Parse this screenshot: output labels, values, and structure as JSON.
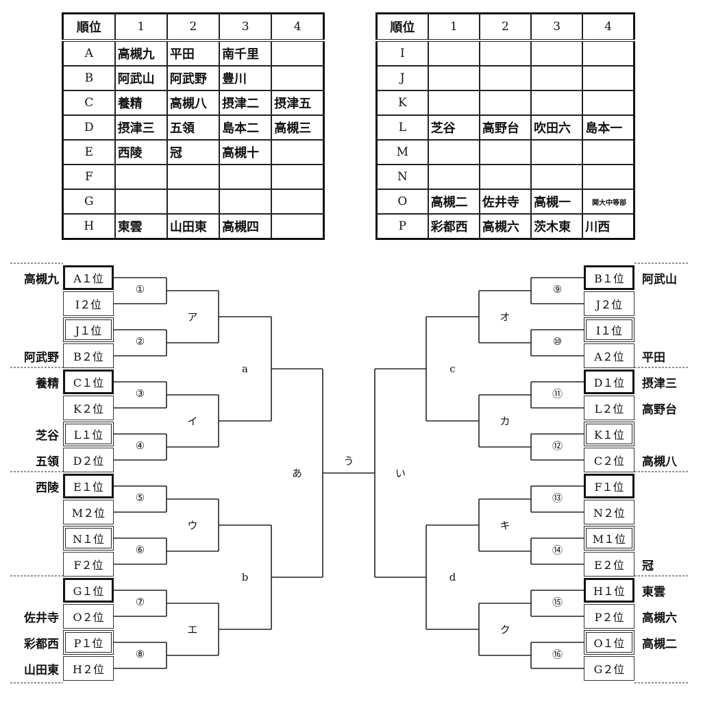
{
  "left_table": {
    "header": [
      "順位",
      "1",
      "2",
      "3",
      "4"
    ],
    "rows": [
      {
        "group": "A",
        "teams": [
          "高槻九",
          "平田",
          "南千里",
          ""
        ]
      },
      {
        "group": "B",
        "teams": [
          "阿武山",
          "阿武野",
          "豊川",
          ""
        ]
      },
      {
        "group": "C",
        "teams": [
          "養精",
          "高槻八",
          "摂津二",
          "摂津五"
        ]
      },
      {
        "group": "D",
        "teams": [
          "摂津三",
          "五領",
          "島本二",
          "高槻三"
        ]
      },
      {
        "group": "E",
        "teams": [
          "西陵",
          "冠",
          "高槻十",
          ""
        ]
      },
      {
        "group": "F",
        "teams": [
          "",
          "",
          "",
          ""
        ]
      },
      {
        "group": "G",
        "teams": [
          "",
          "",
          "",
          ""
        ]
      },
      {
        "group": "H",
        "teams": [
          "東雲",
          "山田東",
          "高槻四",
          ""
        ]
      }
    ]
  },
  "right_table": {
    "header": [
      "順位",
      "1",
      "2",
      "3",
      "4"
    ],
    "rows": [
      {
        "group": "I",
        "teams": [
          "",
          "",
          "",
          ""
        ]
      },
      {
        "group": "J",
        "teams": [
          "",
          "",
          "",
          ""
        ]
      },
      {
        "group": "K",
        "teams": [
          "",
          "",
          "",
          ""
        ]
      },
      {
        "group": "L",
        "teams": [
          "芝谷",
          "高野台",
          "吹田六",
          "島本一"
        ]
      },
      {
        "group": "M",
        "teams": [
          "",
          "",
          "",
          ""
        ]
      },
      {
        "group": "N",
        "teams": [
          "",
          "",
          "",
          ""
        ]
      },
      {
        "group": "O",
        "teams": [
          "高槻二",
          "佐井寺",
          "高槻一",
          "関大中等部"
        ]
      },
      {
        "group": "P",
        "teams": [
          "彩都西",
          "高槻六",
          "茨木東",
          "川西"
        ]
      }
    ]
  },
  "bracket": {
    "left_slots": [
      {
        "label": "A１位",
        "style": "bold",
        "team": "高槻九"
      },
      {
        "label": "I２位",
        "style": "plain",
        "team": ""
      },
      {
        "label": "J１位",
        "style": "dbl",
        "team": ""
      },
      {
        "label": "B２位",
        "style": "plain",
        "team": "阿武野"
      },
      {
        "label": "C１位",
        "style": "bold",
        "team": "養精"
      },
      {
        "label": "K２位",
        "style": "plain",
        "team": ""
      },
      {
        "label": "L１位",
        "style": "dbl",
        "team": "芝谷"
      },
      {
        "label": "D２位",
        "style": "plain",
        "team": "五領"
      },
      {
        "label": "E１位",
        "style": "bold",
        "team": "西陵"
      },
      {
        "label": "M２位",
        "style": "plain",
        "team": ""
      },
      {
        "label": "N１位",
        "style": "dbl",
        "team": ""
      },
      {
        "label": "F２位",
        "style": "plain",
        "team": ""
      },
      {
        "label": "G１位",
        "style": "bold",
        "team": ""
      },
      {
        "label": "O２位",
        "style": "plain",
        "team": "佐井寺"
      },
      {
        "label": "P１位",
        "style": "dbl",
        "team": "彩都西"
      },
      {
        "label": "H２位",
        "style": "plain",
        "team": "山田東"
      }
    ],
    "right_slots": [
      {
        "label": "B１位",
        "style": "bold",
        "team": "阿武山"
      },
      {
        "label": "J２位",
        "style": "plain",
        "team": ""
      },
      {
        "label": "I１位",
        "style": "dbl",
        "team": ""
      },
      {
        "label": "A２位",
        "style": "plain",
        "team": "平田"
      },
      {
        "label": "D１位",
        "style": "bold",
        "team": "摂津三"
      },
      {
        "label": "L２位",
        "style": "plain",
        "team": "高野台"
      },
      {
        "label": "K１位",
        "style": "dbl",
        "team": ""
      },
      {
        "label": "C２位",
        "style": "plain",
        "team": "高槻八"
      },
      {
        "label": "F１位",
        "style": "bold",
        "team": ""
      },
      {
        "label": "N２位",
        "style": "plain",
        "team": ""
      },
      {
        "label": "M１位",
        "style": "dbl",
        "team": ""
      },
      {
        "label": "E２位",
        "style": "plain",
        "team": "冠"
      },
      {
        "label": "H１位",
        "style": "bold",
        "team": "東雲"
      },
      {
        "label": "P２位",
        "style": "plain",
        "team": "高槻六"
      },
      {
        "label": "O１位",
        "style": "dbl",
        "team": "高槻二"
      },
      {
        "label": "G２位",
        "style": "plain",
        "team": ""
      }
    ],
    "left_r1": [
      "①",
      "②",
      "③",
      "④",
      "⑤",
      "⑥",
      "⑦",
      "⑧"
    ],
    "left_r2": [
      "ア",
      "イ",
      "ウ",
      "エ"
    ],
    "left_r3": [
      "a",
      "b"
    ],
    "left_r4": "あ",
    "right_r1": [
      "⑨",
      "⑩",
      "⑪",
      "⑫",
      "⑬",
      "⑭",
      "⑮",
      "⑯"
    ],
    "right_r2": [
      "オ",
      "カ",
      "キ",
      "ク"
    ],
    "right_r3": [
      "c",
      "d"
    ],
    "right_r4": "い",
    "final": "う"
  }
}
